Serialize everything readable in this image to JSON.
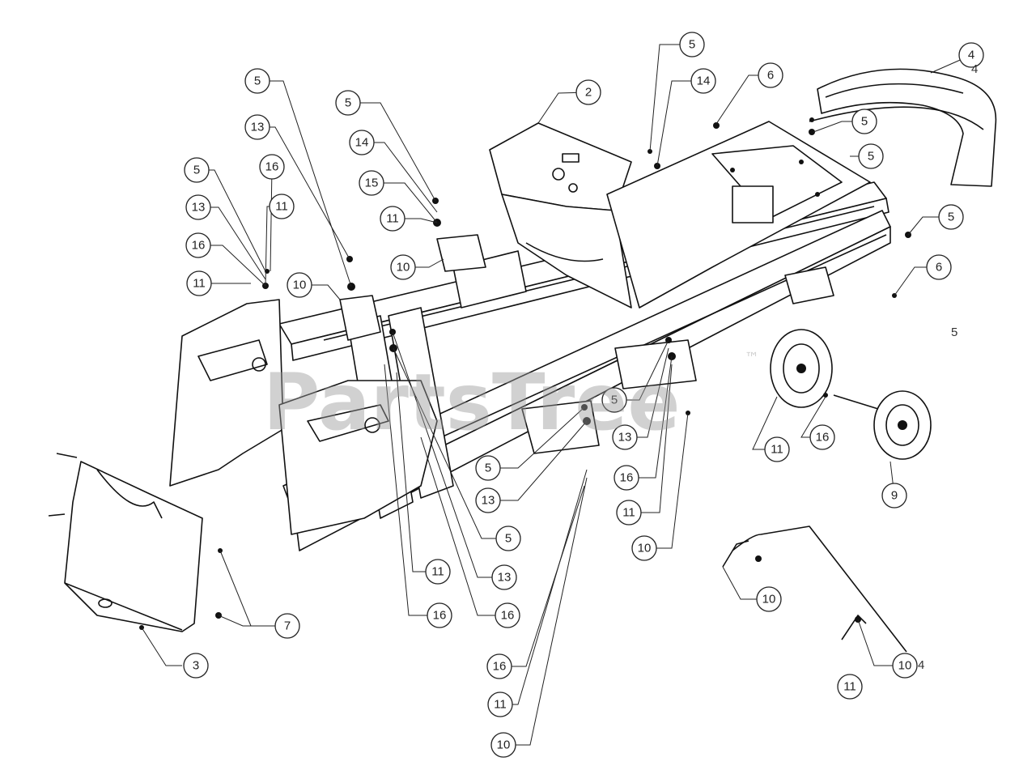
{
  "watermark": {
    "text": "PartsTree",
    "trademark": "™"
  },
  "callouts": [
    {
      "label": "2"
    },
    {
      "label": "4"
    },
    {
      "label": "5"
    },
    {
      "label": "5"
    },
    {
      "label": "5"
    },
    {
      "label": "5"
    },
    {
      "label": "5"
    },
    {
      "label": "5"
    },
    {
      "label": "5"
    },
    {
      "label": "5"
    },
    {
      "label": "5"
    },
    {
      "label": "5"
    },
    {
      "label": "6"
    },
    {
      "label": "6"
    },
    {
      "label": "7"
    },
    {
      "label": "3"
    },
    {
      "label": "9"
    },
    {
      "label": "10"
    },
    {
      "label": "10"
    },
    {
      "label": "10"
    },
    {
      "label": "10"
    },
    {
      "label": "10"
    },
    {
      "label": "11"
    },
    {
      "label": "11"
    },
    {
      "label": "11"
    },
    {
      "label": "11"
    },
    {
      "label": "11"
    },
    {
      "label": "11"
    },
    {
      "label": "11"
    },
    {
      "label": "13"
    },
    {
      "label": "13"
    },
    {
      "label": "13"
    },
    {
      "label": "13"
    },
    {
      "label": "13"
    },
    {
      "label": "14"
    },
    {
      "label": "14"
    },
    {
      "label": "15"
    },
    {
      "label": "16"
    },
    {
      "label": "16"
    },
    {
      "label": "16"
    },
    {
      "label": "16"
    },
    {
      "label": "16"
    },
    {
      "label": "16"
    },
    {
      "label": "16"
    },
    {
      "label": "10"
    },
    {
      "label": "11"
    }
  ],
  "loose_labels": [
    {
      "text": "4"
    },
    {
      "text": "5"
    },
    {
      "text": "4"
    }
  ]
}
